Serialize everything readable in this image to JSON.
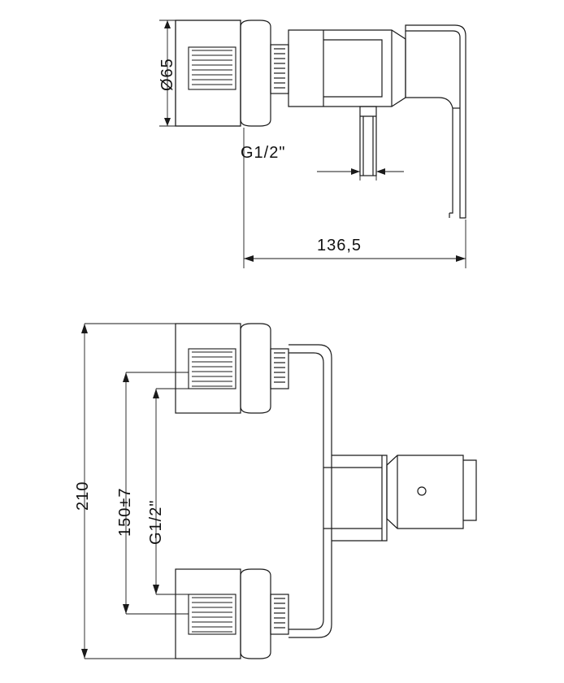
{
  "drawing": {
    "title": "Shower mixer tap technical dimension drawing",
    "views": [
      {
        "name": "top-view",
        "label": ""
      },
      {
        "name": "front-view",
        "label": ""
      }
    ],
    "line_color": "#1a1a1a",
    "background_color": "#ffffff"
  },
  "dimensions": {
    "diameter_inlet_flange": "Ø65",
    "thread_top": "G1/2\"",
    "depth_overall": "136,5",
    "height_overall": "210",
    "center_distance": "150±7",
    "thread_front": "G1/2\""
  }
}
